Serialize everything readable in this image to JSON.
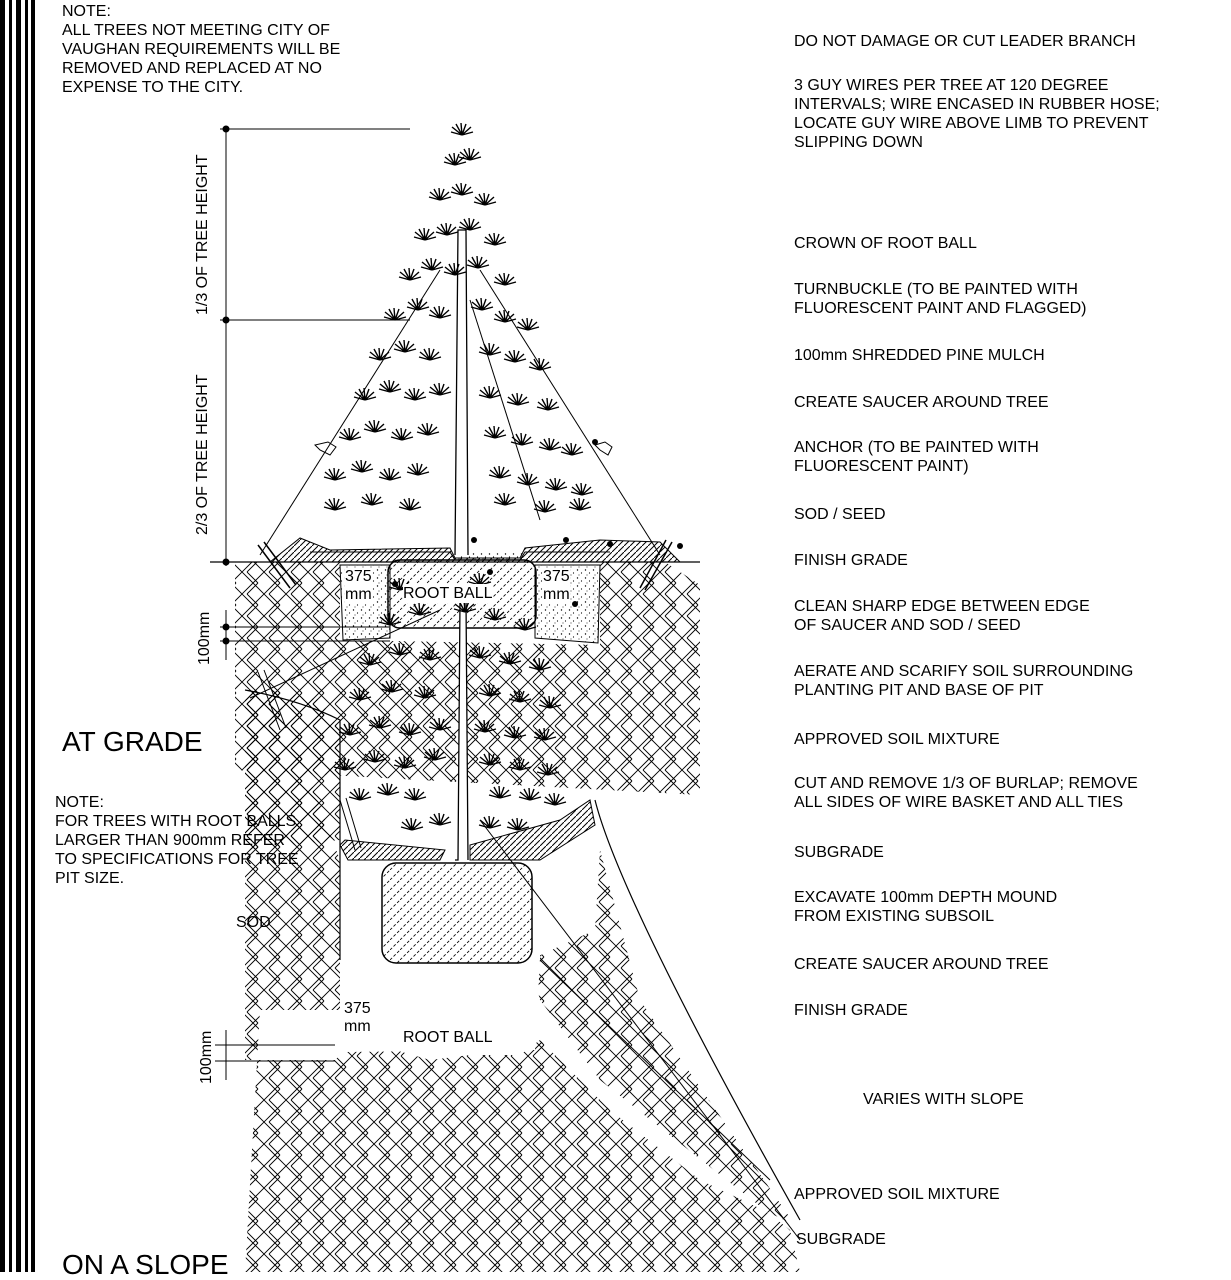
{
  "notes": {
    "top": [
      "NOTE:",
      "ALL TREES NOT MEETING CITY OF",
      "VAUGHAN REQUIREMENTS WILL BE",
      "REMOVED AND REPLACED AT NO",
      "EXPENSE TO THE CITY."
    ],
    "middle": [
      "NOTE:",
      "FOR TREES WITH ROOT BALLS",
      "LARGER THAN 900mm REFER",
      "TO SPECIFICATIONS FOR TREE",
      "PIT SIZE."
    ]
  },
  "titles": {
    "at_grade": "AT GRADE",
    "on_slope": "ON A SLOPE"
  },
  "dimensions": {
    "upper_third": "1/3 OF TREE HEIGHT",
    "lower_two_thirds": "2/3 OF TREE HEIGHT",
    "depth_top": "100mm",
    "depth_bottom": "100mm",
    "gap": "375",
    "gap_unit": "mm",
    "root_ball": "ROOT BALL",
    "sod": "SOD"
  },
  "callouts": {
    "leader": "DO NOT DAMAGE OR CUT LEADER BRANCH",
    "guy_wires": [
      "3 GUY WIRES PER TREE AT 120 DEGREE",
      "INTERVALS; WIRE ENCASED IN RUBBER HOSE;",
      "LOCATE GUY WIRE ABOVE LIMB TO PREVENT",
      "SLIPPING DOWN"
    ],
    "crown": "CROWN OF ROOT BALL",
    "turnbuckle": [
      "TURNBUCKLE (TO BE PAINTED WITH",
      "FLUORESCENT PAINT AND FLAGGED)"
    ],
    "mulch": "100mm SHREDDED PINE MULCH",
    "saucer1": "CREATE SAUCER AROUND TREE",
    "anchor": [
      "ANCHOR (TO BE PAINTED WITH",
      "FLUORESCENT PAINT)"
    ],
    "sod_seed": "SOD / SEED",
    "finish1": "FINISH GRADE",
    "clean_edge": [
      "CLEAN SHARP EDGE BETWEEN EDGE",
      "OF SAUCER AND SOD / SEED"
    ],
    "aerate": [
      "AERATE AND SCARIFY SOIL SURROUNDING",
      "PLANTING PIT AND BASE OF PIT"
    ],
    "soil1": "APPROVED SOIL MIXTURE",
    "burlap": [
      "CUT AND REMOVE 1/3 OF BURLAP; REMOVE",
      "ALL SIDES OF WIRE BASKET AND ALL TIES"
    ],
    "subgrade1": "SUBGRADE",
    "excavate": [
      "EXCAVATE 100mm DEPTH MOUND",
      "FROM EXISTING SUBSOIL"
    ],
    "saucer2": "CREATE SAUCER AROUND TREE",
    "finish2": "FINISH GRADE",
    "varies": "VARIES WITH SLOPE",
    "soil2": "APPROVED SOIL MIXTURE",
    "subgrade2": "SUBGRADE"
  }
}
